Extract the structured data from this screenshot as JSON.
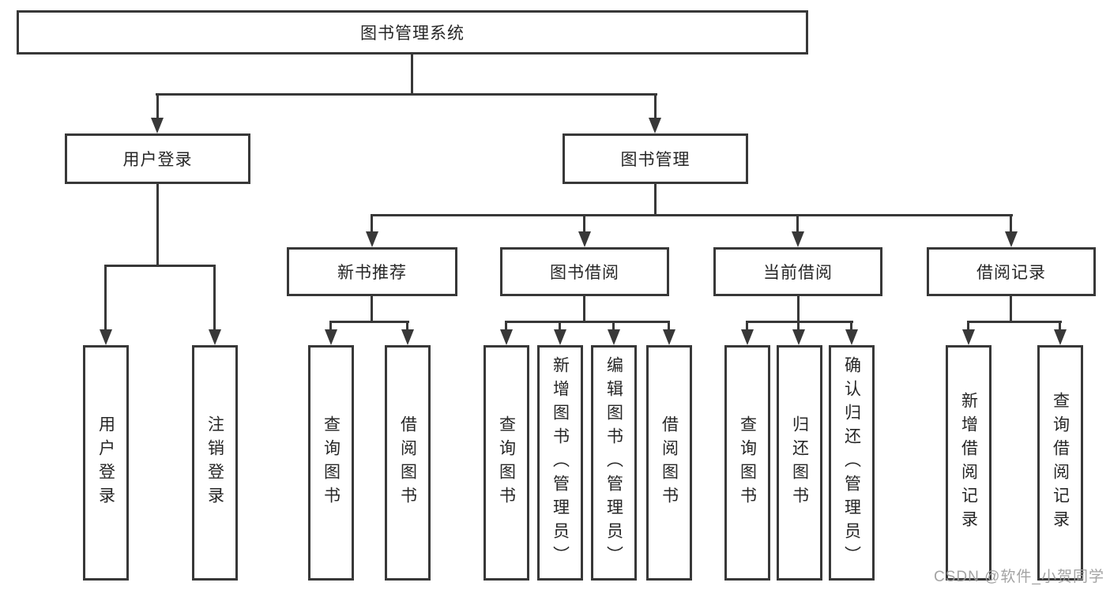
{
  "colors": {
    "background": "#ffffff",
    "line": "#383838",
    "text": "#262626",
    "watermark": "#9e9e9e"
  },
  "diagram": {
    "root": "图书管理系统",
    "level2": {
      "user_login": "用户登录",
      "book_mgmt": "图书管理"
    },
    "level3": {
      "new_book": "新书推荐",
      "book_borrow": "图书借阅",
      "current_borrow": "当前借阅",
      "borrow_record": "借阅记录"
    },
    "leaves": {
      "user_login": [
        "用户登录",
        "注销登录"
      ],
      "new_book": [
        "查询图书",
        "借阅图书"
      ],
      "book_borrow": [
        "查询图书",
        "新增图书（管理员）",
        "编辑图书（管理员）",
        "借阅图书"
      ],
      "current_borrow": [
        "查询图书",
        "归还图书",
        "确认归还（管理员）"
      ],
      "borrow_record": [
        "新增借阅记录",
        "查询借阅记录"
      ]
    }
  },
  "watermark": "CSDN @软件_小贺同学"
}
